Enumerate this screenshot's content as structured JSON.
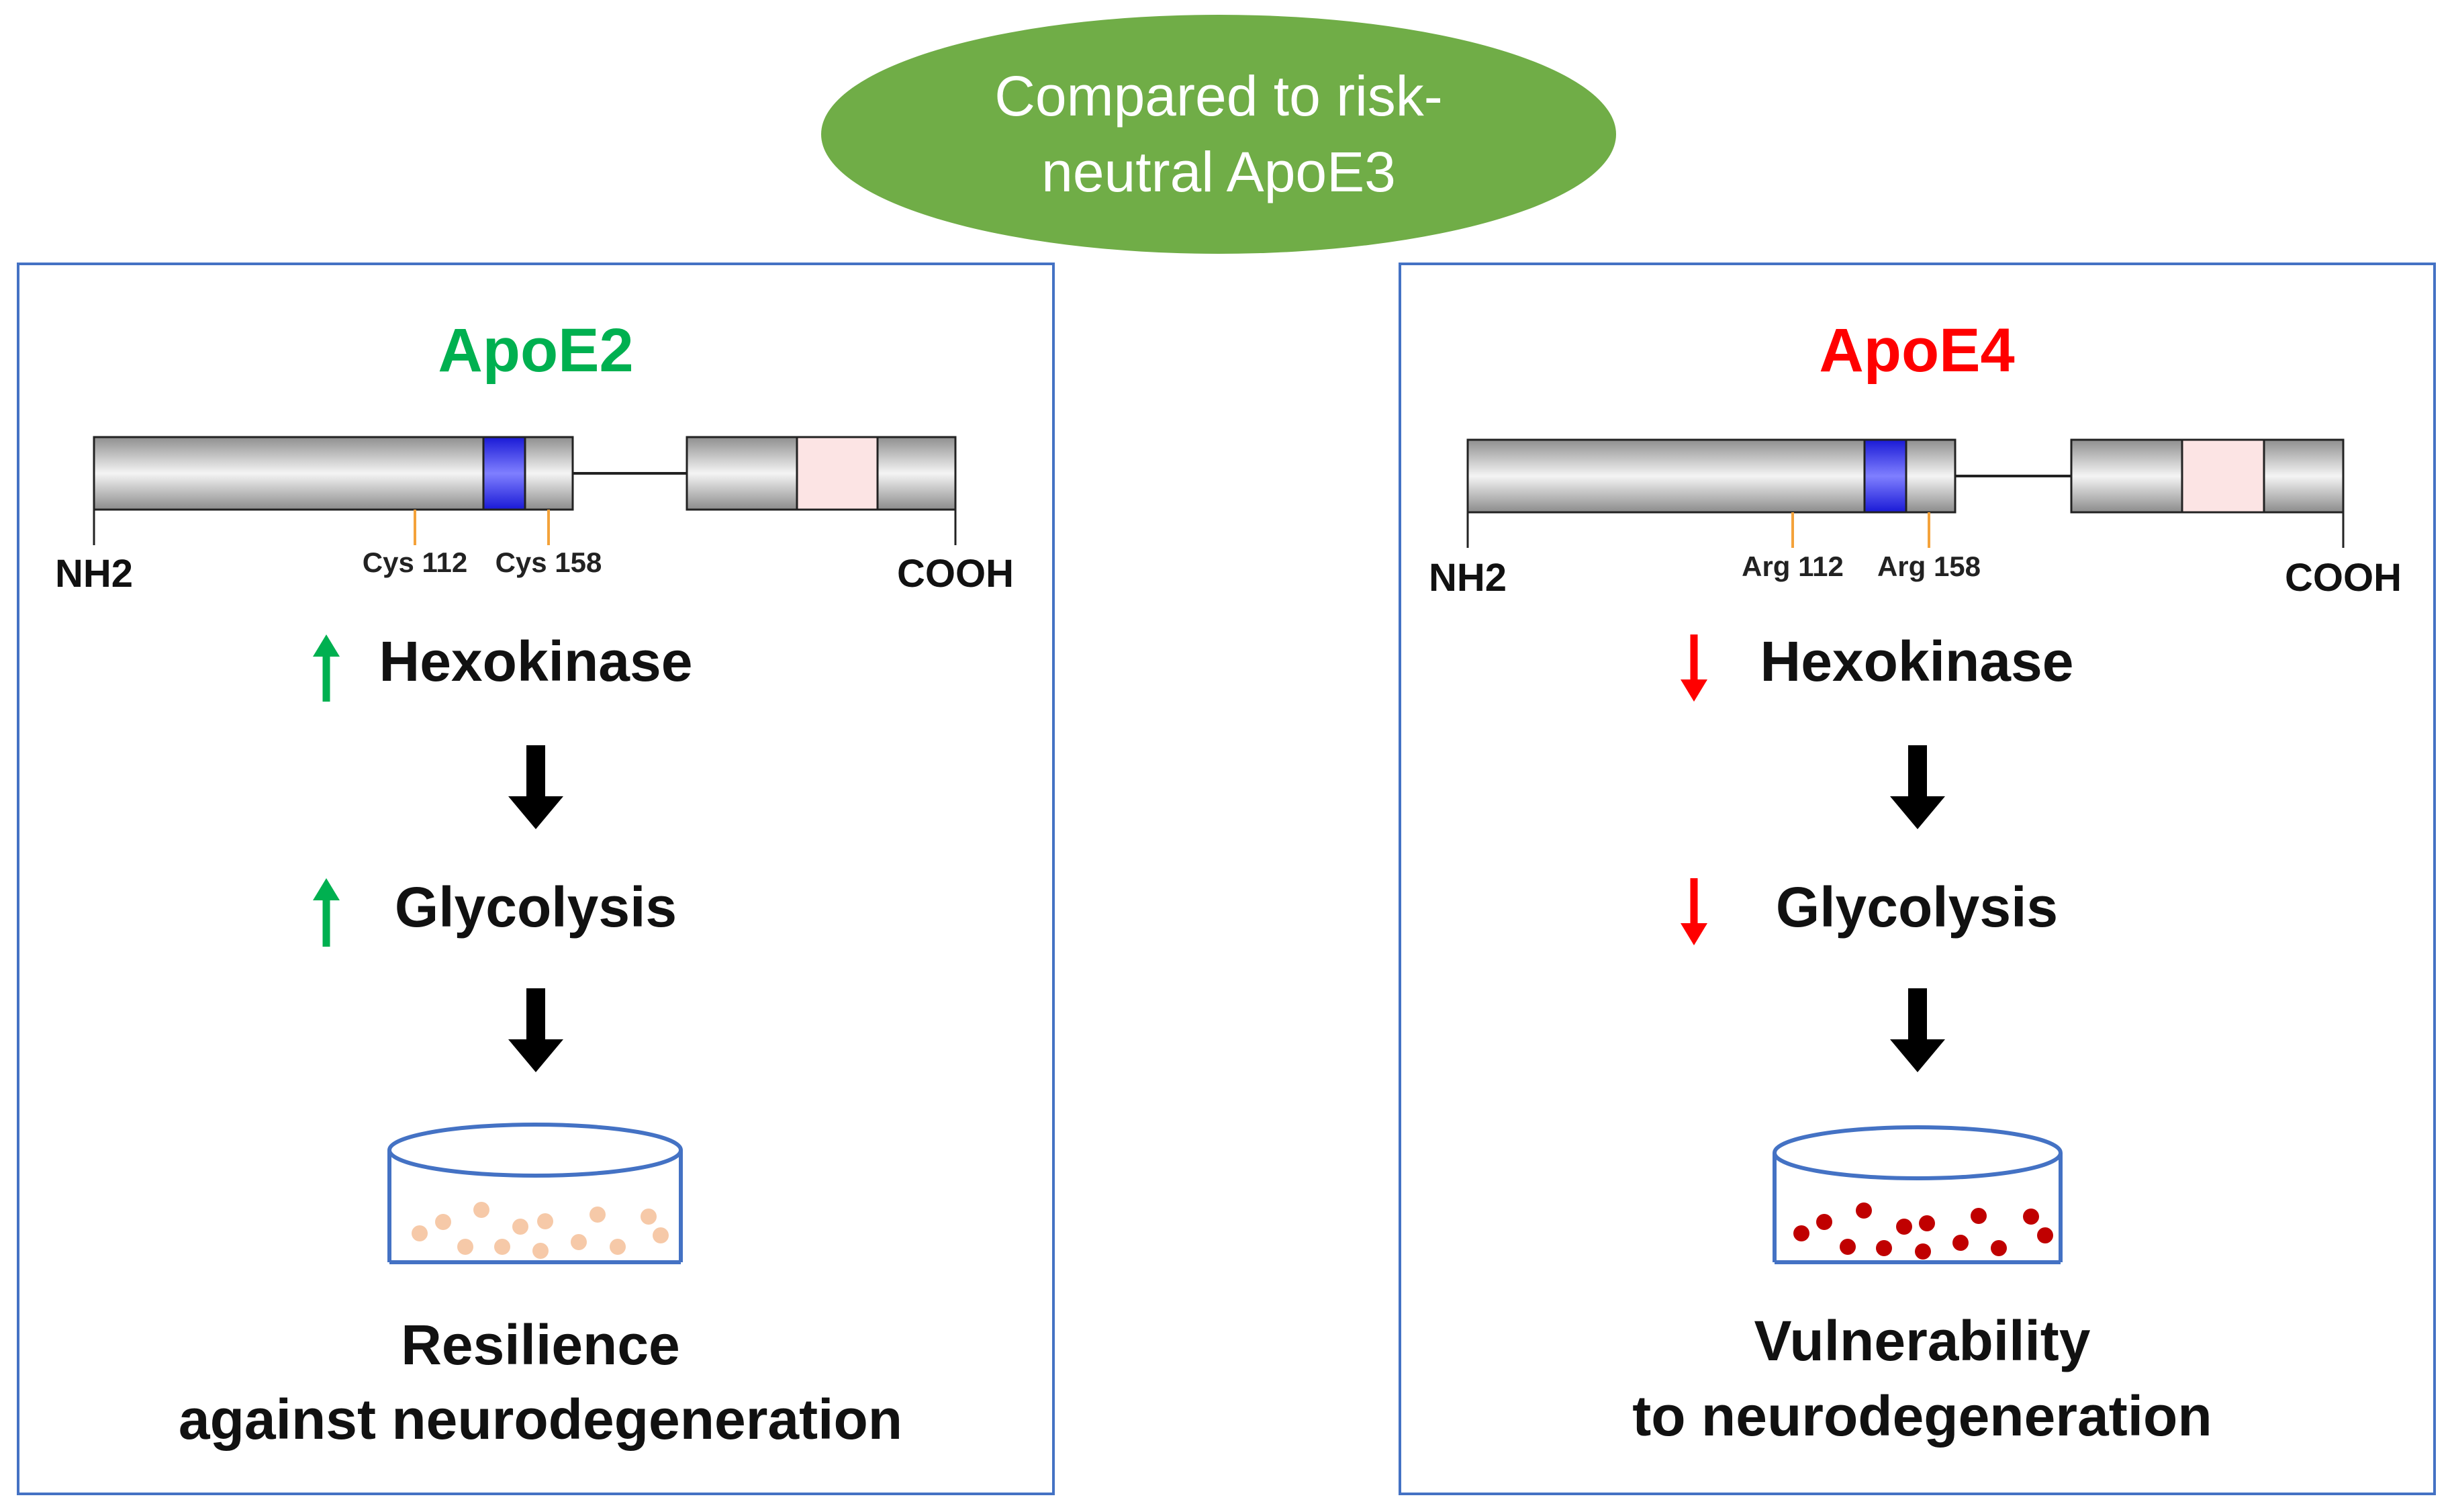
{
  "header": {
    "line1": "Compared to risk-",
    "line2": "neutral ApoE3",
    "fill_color": "#70AD47",
    "text_color": "#FFFFFF"
  },
  "colors": {
    "panel_border": "#4472C4",
    "up_arrow": "#00B050",
    "down_arrow": "#FF0000",
    "blue_domain": "#3333FF",
    "pink_domain": "#FCE4E4",
    "site_marker": "#F4A23A",
    "dish_border": "#4472C4",
    "resilient_cells": "#F6C9A8",
    "vulnerable_cells": "#C00000"
  },
  "panels": {
    "left": {
      "title": "ApoE2",
      "title_color": "#00B050",
      "n_terminus": "NH2",
      "c_terminus": "COOH",
      "residue1": "Cys 112",
      "residue2": "Cys 158",
      "arrow_direction": "up",
      "step1": "Hexokinase",
      "step2": "Glycolysis",
      "outcome_line1": "Resilience",
      "outcome_line2": "against neurodegeneration"
    },
    "right": {
      "title": "ApoE4",
      "title_color": "#FF0000",
      "n_terminus": "NH2",
      "c_terminus": "COOH",
      "residue1": "Arg 112",
      "residue2": "Arg 158",
      "arrow_direction": "down",
      "step1": "Hexokinase",
      "step2": "Glycolysis",
      "outcome_line1": "Vulnerability",
      "outcome_line2": "to neurodegeneration"
    }
  }
}
